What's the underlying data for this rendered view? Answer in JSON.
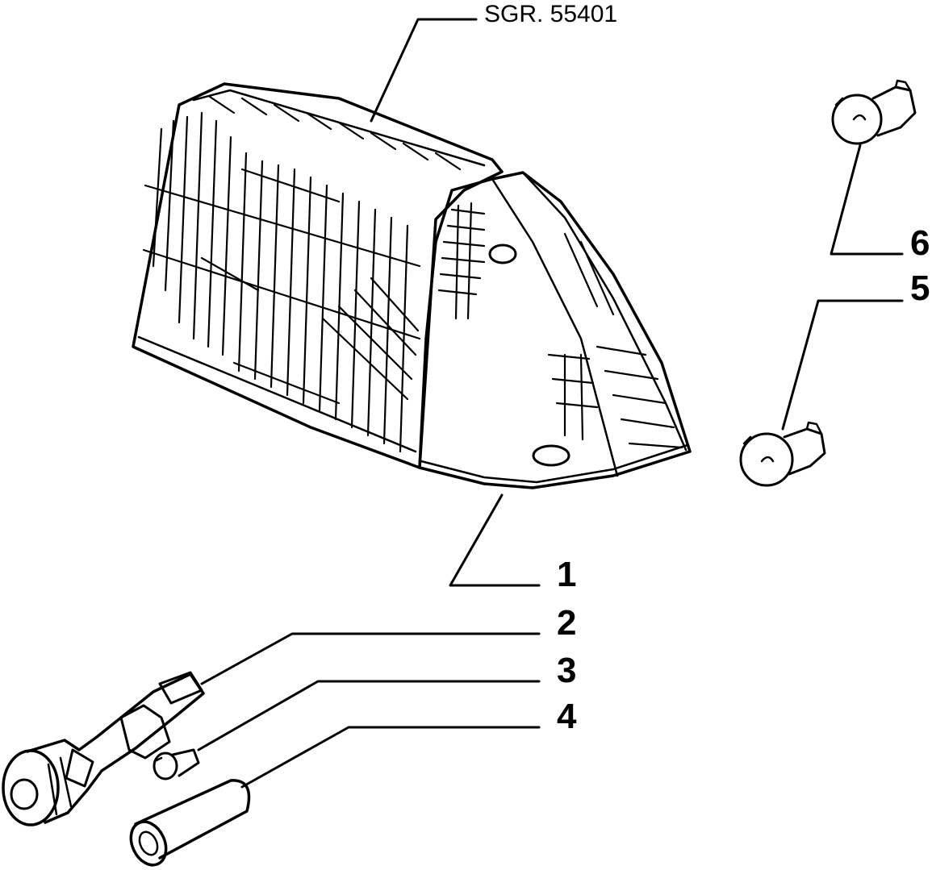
{
  "reference": "SGR. 55401",
  "callouts": [
    {
      "number": "1"
    },
    {
      "number": "2"
    },
    {
      "number": "3"
    },
    {
      "number": "4"
    },
    {
      "number": "5"
    },
    {
      "number": "6"
    }
  ],
  "colors": {
    "ink": "#000000",
    "background": "#ffffff"
  }
}
